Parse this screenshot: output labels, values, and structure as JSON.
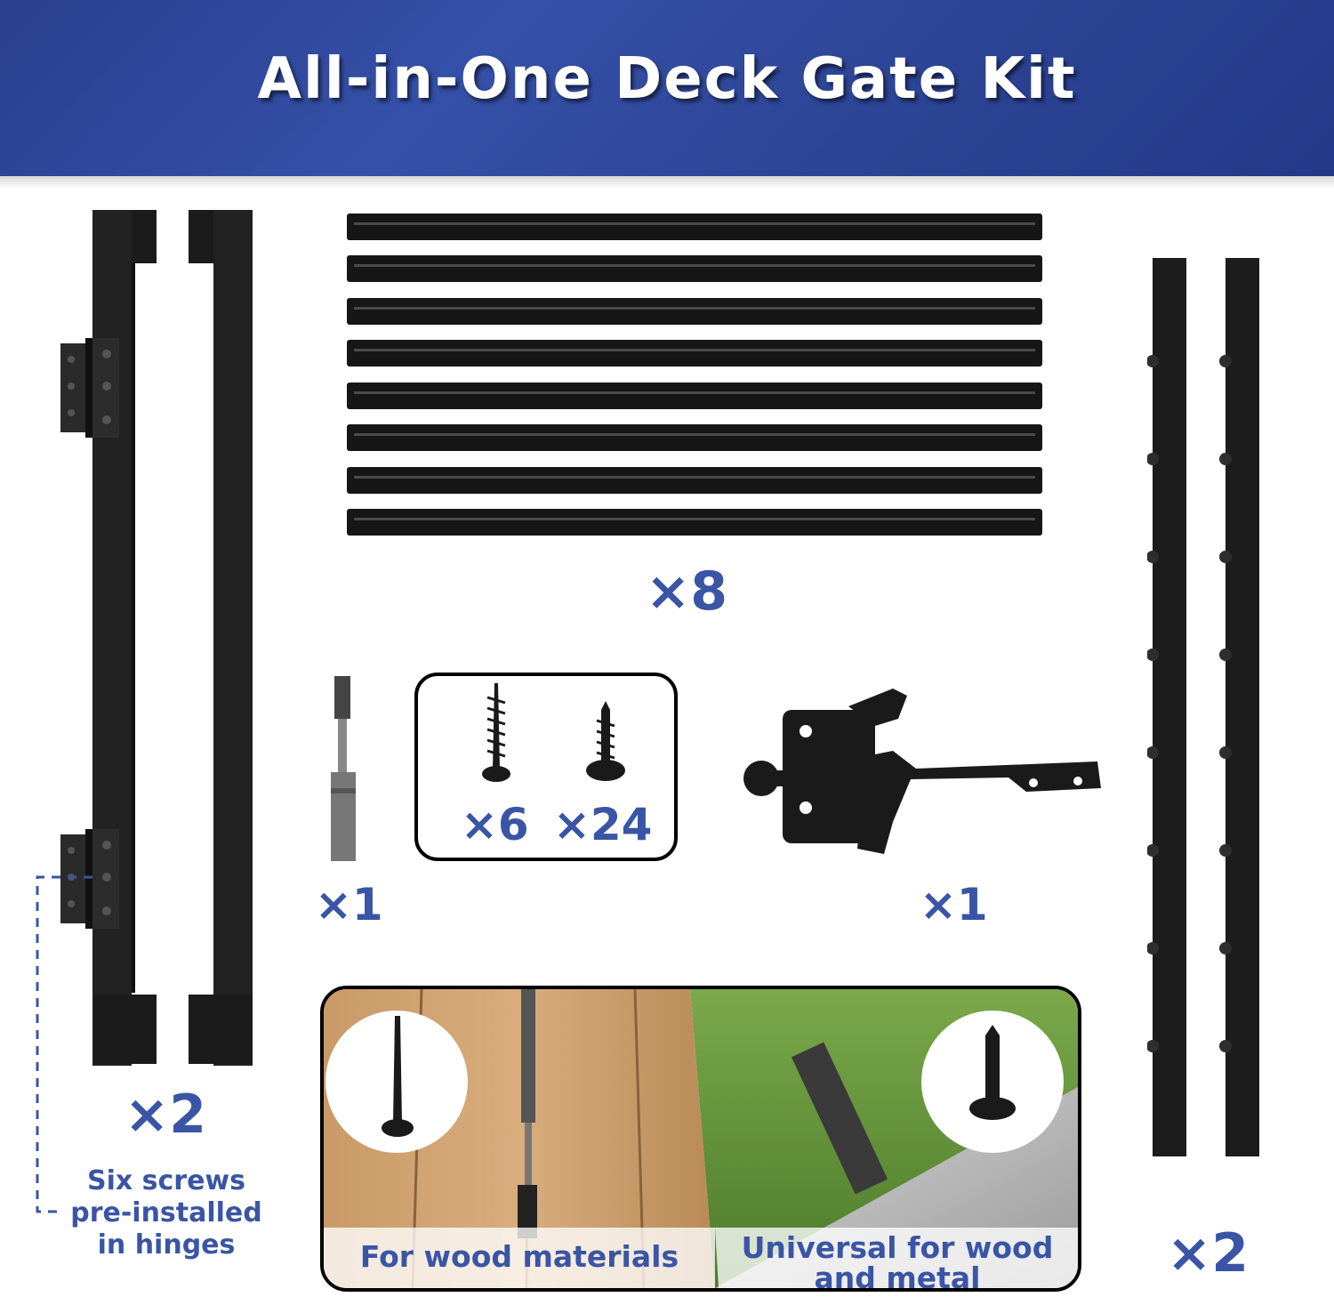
{
  "header": {
    "title": "All-in-One Deck Gate Kit"
  },
  "parts": {
    "gate_frame_qty": "×2",
    "rails_qty": "×8",
    "drill_bit_qty": "×1",
    "wood_screw_qty": "×6",
    "self_drilling_screw_qty": "×24",
    "latch_qty": "×1",
    "picket_bars_qty": "×2"
  },
  "hinge_note": {
    "line1": "Six screws",
    "line2": "pre-installed",
    "line3": "in hinges"
  },
  "usage": {
    "wood_caption": "For wood materials",
    "universal_caption_line1": "Universal for wood",
    "universal_caption_line2": "and metal"
  },
  "colors": {
    "accent": "#3a55a5",
    "banner": "#2d4596",
    "metal": "#1a1a1a"
  }
}
